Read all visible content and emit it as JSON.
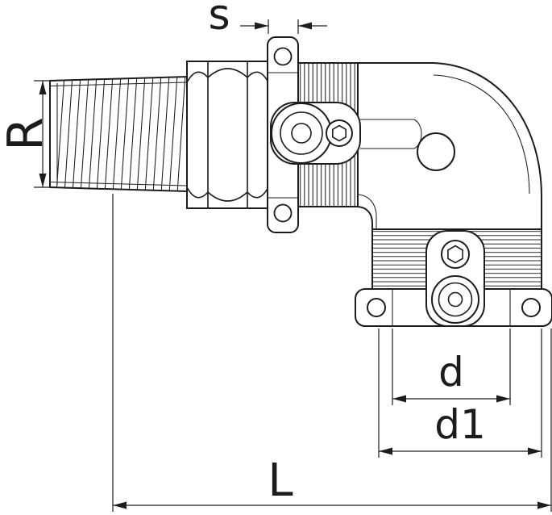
{
  "labels": {
    "s": "s",
    "R": "R",
    "d": "d",
    "d1": "d1",
    "L": "L"
  },
  "colors": {
    "line": "#1c1c1c",
    "background": "#ffffff"
  }
}
